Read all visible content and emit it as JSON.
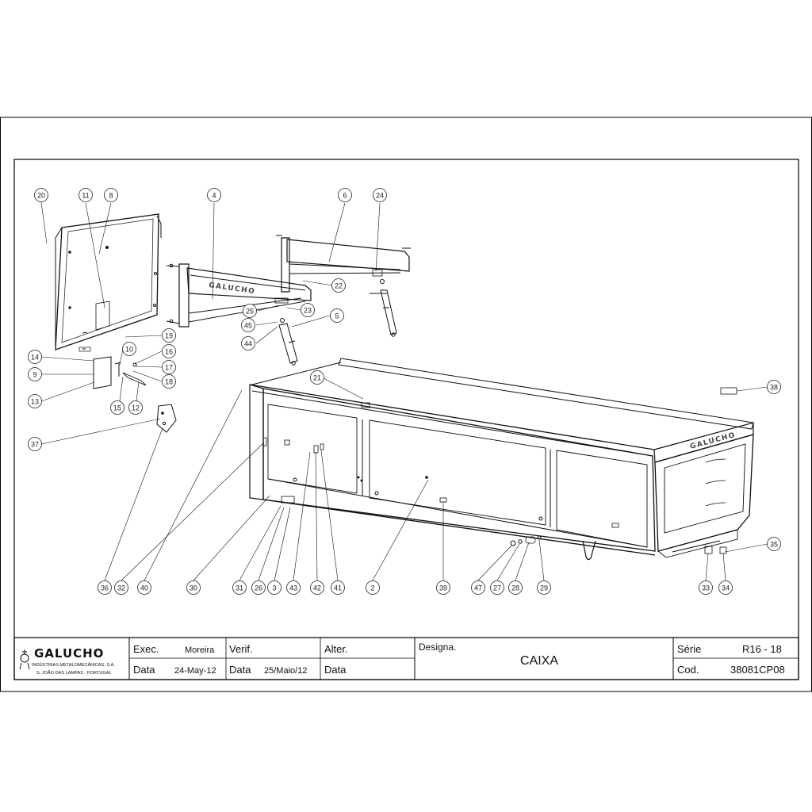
{
  "balloons": [
    {
      "label": "20"
    },
    {
      "label": "11"
    },
    {
      "label": "8"
    },
    {
      "label": "4"
    },
    {
      "label": "6"
    },
    {
      "label": "24"
    },
    {
      "label": "22"
    },
    {
      "label": "25"
    },
    {
      "label": "23"
    },
    {
      "label": "45"
    },
    {
      "label": "5"
    },
    {
      "label": "44"
    },
    {
      "label": "19"
    },
    {
      "label": "10"
    },
    {
      "label": "16"
    },
    {
      "label": "14"
    },
    {
      "label": "17"
    },
    {
      "label": "9"
    },
    {
      "label": "18"
    },
    {
      "label": "13"
    },
    {
      "label": "15"
    },
    {
      "label": "12"
    },
    {
      "label": "21"
    },
    {
      "label": "38"
    },
    {
      "label": "37"
    },
    {
      "label": "35"
    },
    {
      "label": "36"
    },
    {
      "label": "32"
    },
    {
      "label": "40"
    },
    {
      "label": "30"
    },
    {
      "label": "31"
    },
    {
      "label": "26"
    },
    {
      "label": "3"
    },
    {
      "label": "43"
    },
    {
      "label": "42"
    },
    {
      "label": "41"
    },
    {
      "label": "2"
    },
    {
      "label": "39"
    },
    {
      "label": "47"
    },
    {
      "label": "27"
    },
    {
      "label": "28"
    },
    {
      "label": "29"
    },
    {
      "label": "33"
    },
    {
      "label": "34"
    }
  ],
  "embossed": {
    "arm_label": "GALUCHO",
    "body_label": "GALUCHO"
  },
  "title_block": {
    "logo_text": "GALUCHO",
    "company_line1": "INDÚSTRIAS METALOMECÂNICAS, S.A.",
    "company_line2": "S. JOÃO DAS LAMPAS - PORTUGAL",
    "exec_label": "Exec.",
    "exec_value": "Moreira",
    "verif_label": "Verif.",
    "alter_label": "Alter.",
    "data_label": "Data",
    "exec_date": "24-May-12",
    "verif_date": "25/Maio/12",
    "designa_label": "Designa.",
    "designa_value": "CAIXA",
    "serie_label": "Série",
    "serie_value": "R16 - 18",
    "cod_label": "Cod.",
    "cod_value": "38081CP08"
  }
}
